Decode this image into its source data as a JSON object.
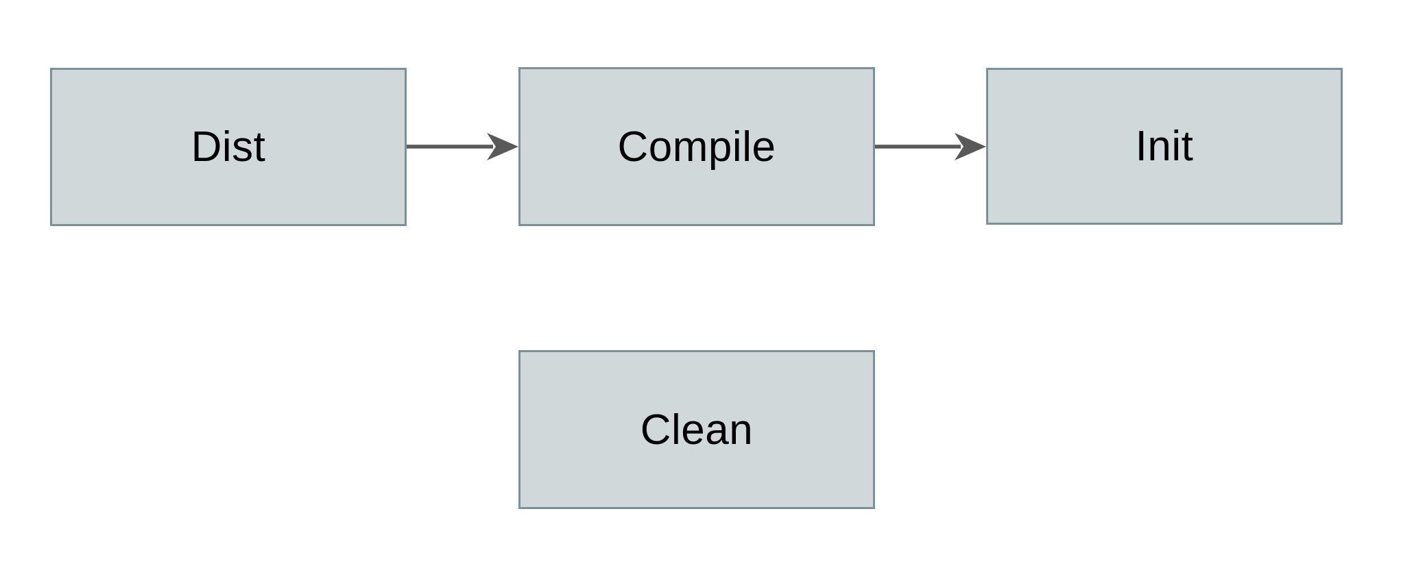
{
  "diagram": {
    "title": "build-pipeline-flowchart",
    "background_color": "#ffffff",
    "node_fill_color": "#d1d8da",
    "node_border_color": "#7b909b",
    "arrow_color": "#595959",
    "text_color": "#000000",
    "nodes": [
      {
        "id": "dist",
        "label": "Dist"
      },
      {
        "id": "compile",
        "label": "Compile"
      },
      {
        "id": "init",
        "label": "Init"
      },
      {
        "id": "clean",
        "label": "Clean"
      }
    ],
    "edges": [
      {
        "from": "Dist",
        "to": "Compile"
      },
      {
        "from": "Compile",
        "to": "Init"
      }
    ]
  }
}
